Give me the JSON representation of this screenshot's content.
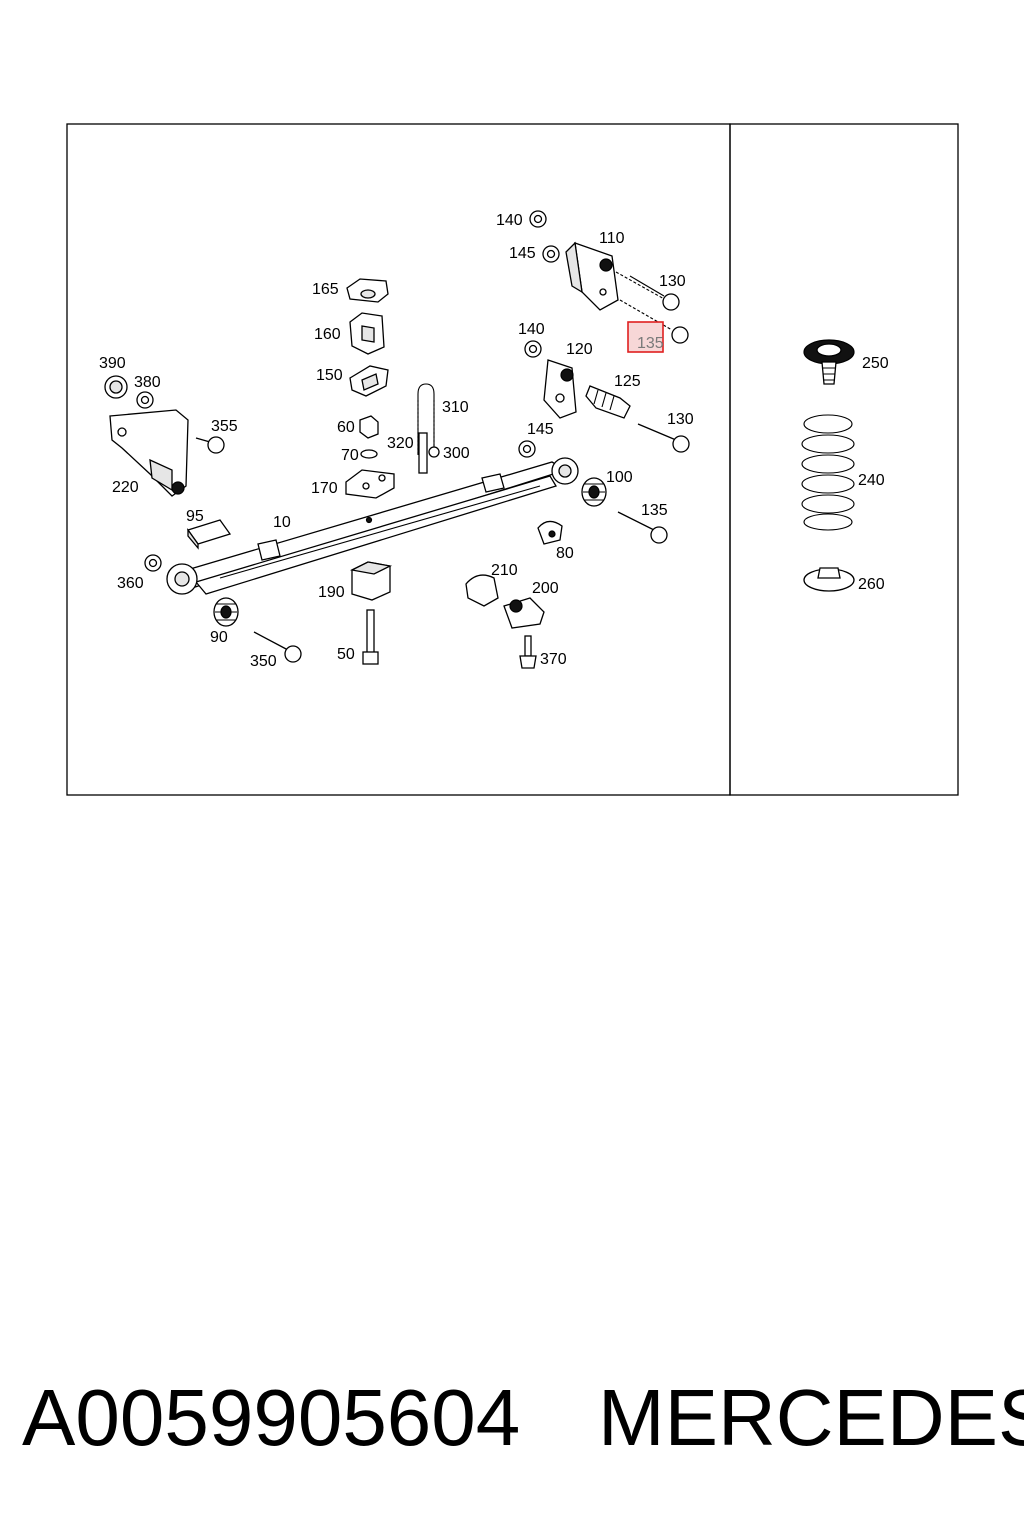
{
  "diagram": {
    "callouts": [
      "140",
      "110",
      "145",
      "130",
      "165",
      "135",
      "160",
      "140",
      "120",
      "390",
      "125",
      "150",
      "380",
      "310",
      "130",
      "355",
      "60",
      "320",
      "145",
      "300",
      "70",
      "220",
      "100",
      "170",
      "95",
      "135",
      "10",
      "80",
      "210",
      "360",
      "200",
      "190",
      "90",
      "350",
      "50",
      "370"
    ],
    "highlight": "135",
    "side_panel": [
      "250",
      "240",
      "260"
    ],
    "colors": {
      "highlight_stroke": "#e02020",
      "highlight_fill": "#f7d7d7"
    }
  },
  "caption": {
    "part_number": "A0059905604",
    "brand": "MERCEDES"
  }
}
